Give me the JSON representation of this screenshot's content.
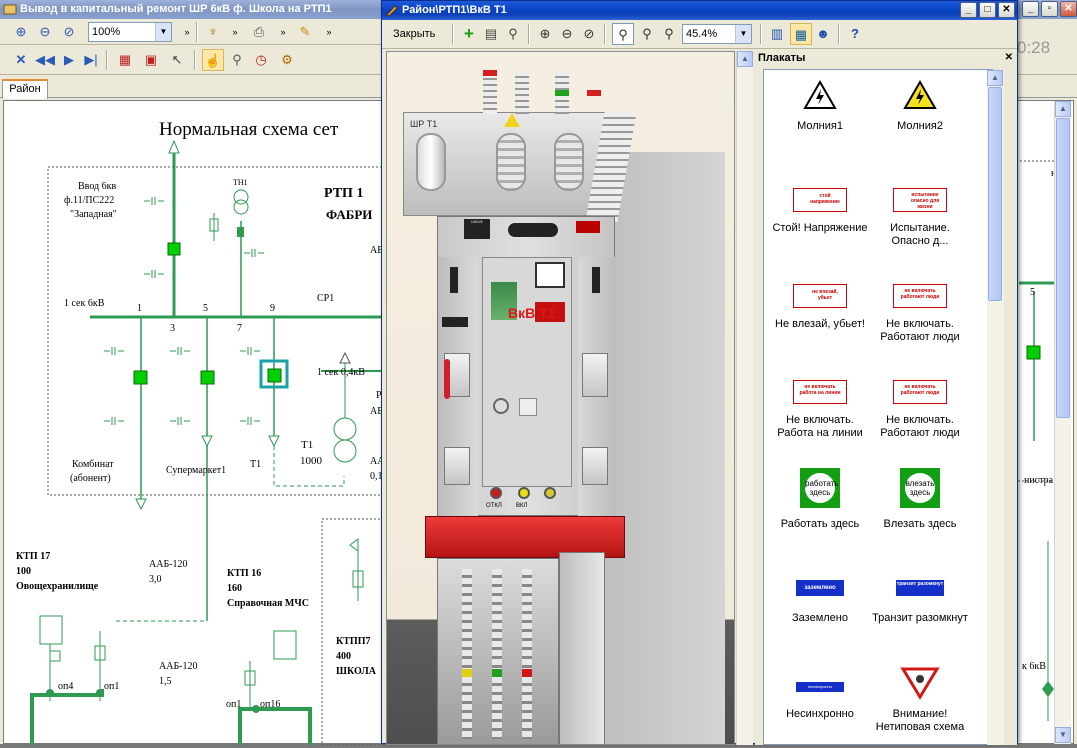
{
  "back_window": {
    "title": "Вывод в капитальный ремонт ШР 6кВ ф. Школа на РТП1",
    "zoom": "100%",
    "tab": "Район",
    "clock": "0:28",
    "scheme": {
      "title": "Нормальная схема сет",
      "labels": {
        "vvod1": "Ввод 6кв",
        "vvod2": "ф.11/ПС222",
        "vvod3": "\"Западная\"",
        "tn": "ТН1",
        "rtp1": "РТП 1",
        "fabr": "ФАБРИ",
        "sec1": "1 сек 6кВ",
        "n1": "1",
        "n3": "3",
        "n5": "5",
        "n7": "7",
        "n9": "9",
        "cp1": "СР1",
        "ab1": "АБ",
        "sec04": "1 сек 0,4кВ",
        "r": "Р",
        "ab2": "АБ",
        "t1a": "Т1",
        "t1b": "1000",
        "aa": "АА",
        "v01": "0,1",
        "kombinat": "Комбинат",
        "abonent": "(абонент)",
        "super": "Супермаркет1",
        "t1c": "Т1",
        "ktp17": "КТП 17",
        "k100": "100",
        "ovosh": "Овощехранилище",
        "aab120a": "ААБ-120",
        "v30": "3,0",
        "ktp16": "КТП 16",
        "k160": "160",
        "spravo": "Справочная МЧС",
        "ktp7": "КТПП7",
        "k400": "400",
        "shkola": "ШКОЛА",
        "aab120b": "ААБ-120",
        "v15": "1,5",
        "on4": "оп4",
        "on1": "оп1",
        "on1b": "оп1",
        "on16": "оп16",
        "right_n": "н",
        "right_nistra": "нистра",
        "right_5": "5",
        "right_6kv": "к 6кВ"
      }
    }
  },
  "front_window": {
    "title": "Район\\РТП1\\ВкВ Т1",
    "close_label": "Закрыть",
    "zoom": "45.4%",
    "cabinet": {
      "top_label": "ШР Т1",
      "main_label": "ВкВ Т1",
      "small_label_left": "СМ ТР",
      "btn1": "ОТКЛ",
      "btn2": "ВКЛ"
    }
  },
  "posters_panel": {
    "title": "Плакаты",
    "items": [
      {
        "label": "Молния1",
        "box": ""
      },
      {
        "label": "Молния2",
        "box": ""
      },
      {
        "label": "Стой! Напряжение",
        "box": "стой напряжение"
      },
      {
        "label": "Испытание. Опасно д...",
        "box": "испытание опасно для жизни"
      },
      {
        "label": "Не влезай, убьет!",
        "box": "не влезай, убьет"
      },
      {
        "label": "Не включать. Работают люди",
        "box": "не включать работают люди"
      },
      {
        "label": "Не включать. Работа на линии",
        "box": "не включать работа на линии"
      },
      {
        "label": "Не включать. Работают люди",
        "box": "не включать работают люди"
      },
      {
        "label": "Работать здесь",
        "box": "работать здесь"
      },
      {
        "label": "Влезать здесь",
        "box": "влезать здесь"
      },
      {
        "label": "Заземлено",
        "box": "заземлено"
      },
      {
        "label": "Транзит разомкнут",
        "box": "транзит разомкнут"
      },
      {
        "label": "Несинхронно",
        "box": "несинхронно"
      },
      {
        "label": "Внимание! Нетиповая схема",
        "box": ""
      }
    ]
  },
  "colors": {
    "accent": "#0a45c8",
    "scheme_green": "#2e9a52",
    "switch_fill": "#00d000",
    "poster_red": "#cc0000",
    "poster_green": "#12a012",
    "poster_blue": "#1530c8"
  }
}
